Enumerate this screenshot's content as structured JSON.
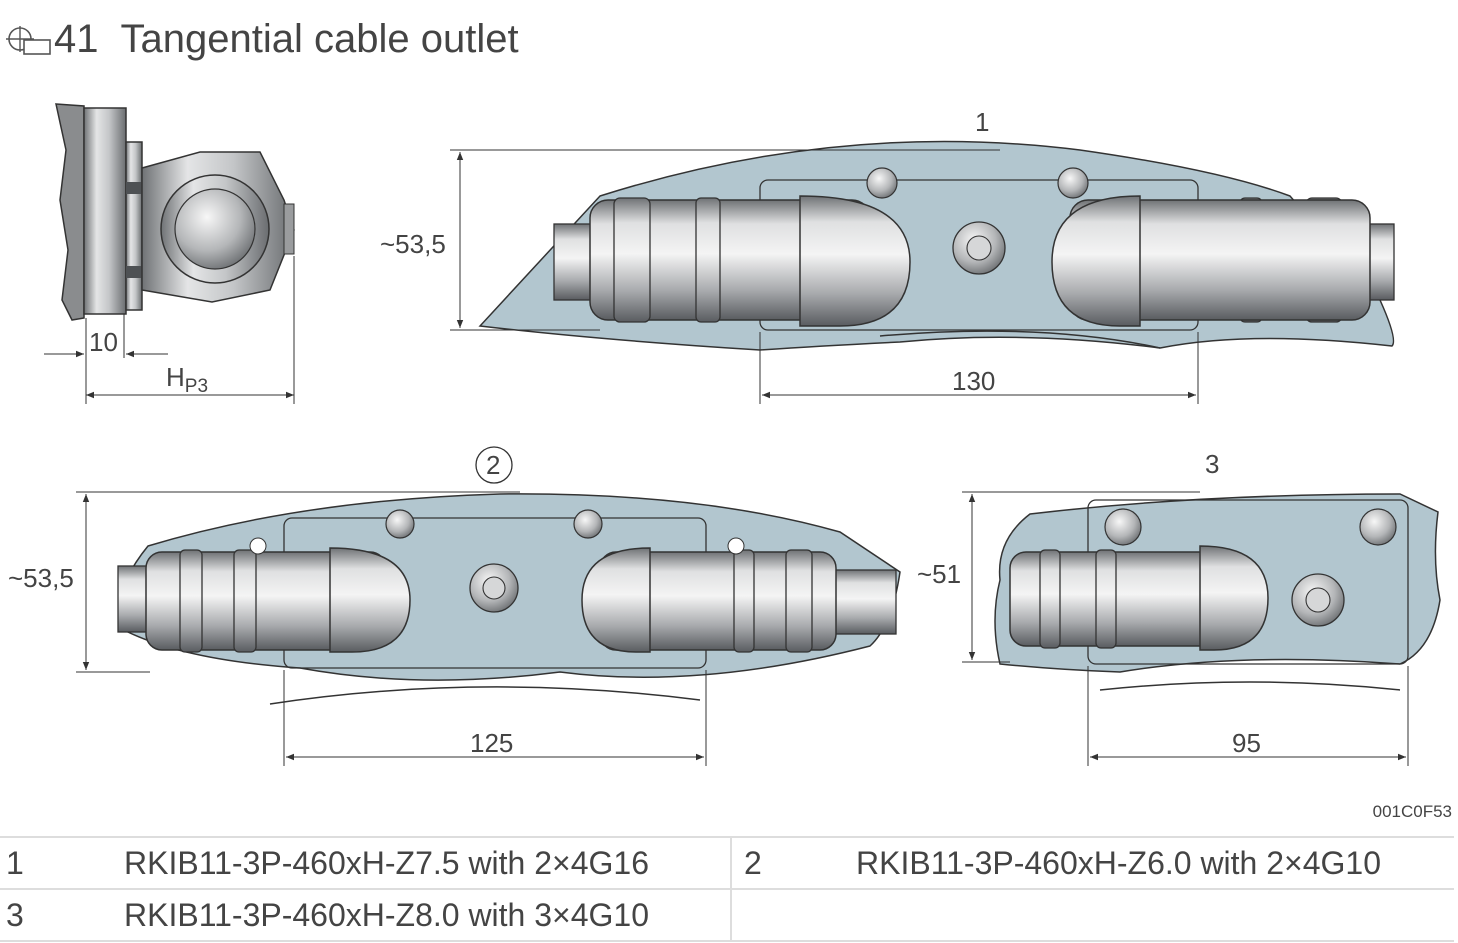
{
  "header": {
    "number": "41",
    "title": "Tangential cable outlet",
    "icon": "ruler-icon"
  },
  "views": {
    "side": {
      "dims": {
        "offset": "10",
        "height_main": "H",
        "height_sub": "P3"
      }
    },
    "top": {
      "label": "1",
      "dims": {
        "height": "~53,5",
        "width": "130"
      }
    },
    "bottom_left": {
      "label": "2",
      "dims": {
        "height": "~53,5",
        "width": "125"
      }
    },
    "bottom_right": {
      "label": "3",
      "dims": {
        "height": "~51",
        "width": "95"
      }
    }
  },
  "image_code": "001C0F53",
  "legend": [
    {
      "key": "1",
      "text": "RKIB11-3P-460xH-Z7.5 with 2×4G16"
    },
    {
      "key": "2",
      "text": "RKIB11-3P-460xH-Z6.0 with 2×4G10"
    },
    {
      "key": "3",
      "text": "RKIB11-3P-460xH-Z8.0 with 3×4G10"
    }
  ],
  "colors": {
    "plate": "#b2c6cf",
    "metal": "#b9bbbd",
    "line": "#333333"
  }
}
